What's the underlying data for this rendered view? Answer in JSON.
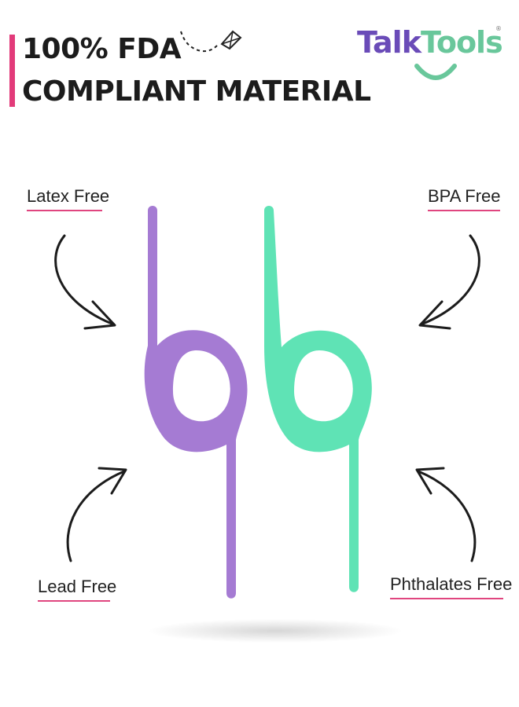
{
  "headline": {
    "line1": "100% FDA",
    "line2": "COMPLIANT MATERIAL"
  },
  "brand": {
    "part1": "Talk",
    "part2": "Tools",
    "registered": "®",
    "colors": {
      "talk": "#6a4bb8",
      "tools": "#69c79b"
    }
  },
  "features": {
    "latex": "Latex Free",
    "bpa": "BPA Free",
    "lead": "Lead Free",
    "phthalates": "Phthalates Free"
  },
  "product": {
    "colors": {
      "left": "#a57bd3",
      "right": "#5fe3b5"
    }
  },
  "accent_color": "#e23b7a"
}
